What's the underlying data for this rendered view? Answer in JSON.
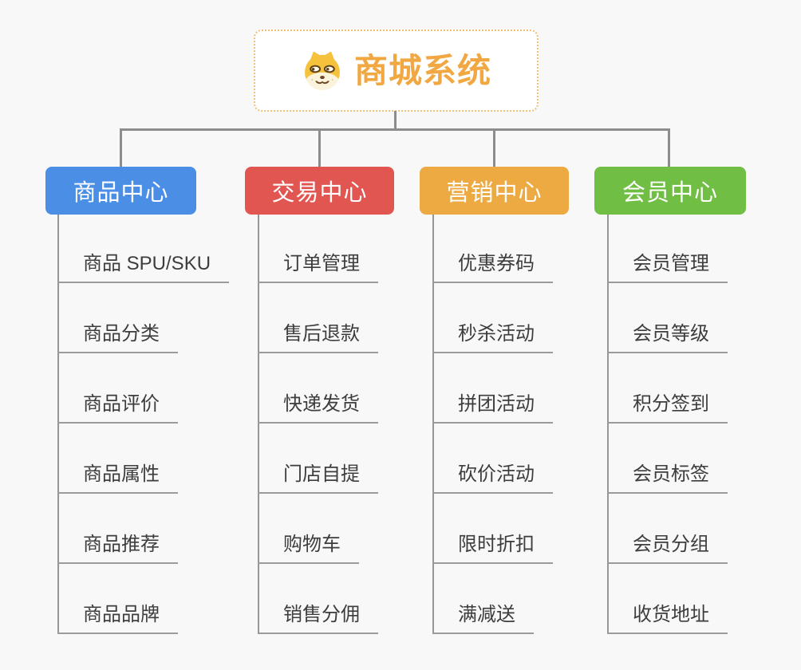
{
  "root": {
    "title": "商城系统",
    "icon": "shiba-dog-icon",
    "accent_color": "#F1A843",
    "border_color": "#F0C077"
  },
  "branches": [
    {
      "id": "product-center",
      "label": "商品中心",
      "color": "#4A8EE6",
      "children": [
        "商品 SPU/SKU",
        "商品分类",
        "商品评价",
        "商品属性",
        "商品推荐",
        "商品品牌"
      ]
    },
    {
      "id": "trade-center",
      "label": "交易中心",
      "color": "#E25652",
      "children": [
        "订单管理",
        "售后退款",
        "快递发货",
        "门店自提",
        "购物车",
        "销售分佣"
      ]
    },
    {
      "id": "marketing-center",
      "label": "营销中心",
      "color": "#EDAA42",
      "children": [
        "优惠券码",
        "秒杀活动",
        "拼团活动",
        "砍价活动",
        "限时折扣",
        "满减送"
      ]
    },
    {
      "id": "member-center",
      "label": "会员中心",
      "color": "#70BE44",
      "children": [
        "会员管理",
        "会员等级",
        "积分签到",
        "会员标签",
        "会员分组",
        "收货地址"
      ]
    }
  ],
  "colors": {
    "background": "#F8F8F8",
    "connector": "#8D8D8D",
    "underline": "#9B9B9B",
    "item_text": "#3D3D3D",
    "branch_text": "#FFFFFF"
  }
}
